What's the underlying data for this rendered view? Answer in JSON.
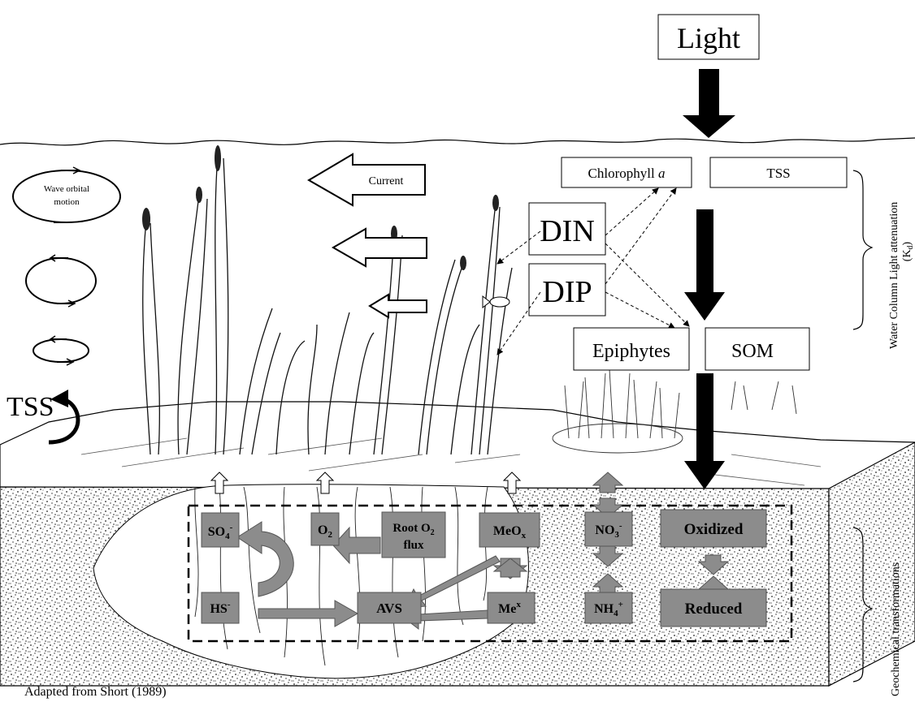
{
  "light_label": "Light",
  "current_label": "Current",
  "wave_label_line1": "Wave orbital",
  "wave_label_line2": "motion",
  "tss_left": "TSS",
  "chlorophyll": "Chlorophyll",
  "chlorophyll_a": "a",
  "tss_box": "TSS",
  "din": "DIN",
  "dip": "DIP",
  "epiphytes": "Epiphytes",
  "som": "SOM",
  "water_column_label": "Water Column Light attenuation",
  "kd_label": "(K",
  "kd_sub": "d",
  "kd_close": ")",
  "geochem_label": "Geochemical transformations",
  "credit": "Adapted from Short (1989)",
  "boxes": {
    "so4": "SO",
    "so4_sub": "4",
    "so4_sup": "-",
    "o2": "O",
    "o2_sub": "2",
    "root_line1": "Root O",
    "root_sub": "2",
    "root_line2": "flux",
    "meox": "MeO",
    "meox_sub": "x",
    "no3": "NO",
    "no3_sub": "3",
    "no3_sup": "-",
    "oxidized": "Oxidized",
    "hs": "HS",
    "hs_sup": "-",
    "avs": "AVS",
    "mex": "Me",
    "mex_sup": "x",
    "nh4": "NH",
    "nh4_sub": "4",
    "nh4_sup": "+",
    "reduced": "Reduced"
  },
  "colors": {
    "box_fill": "#8c8c8c",
    "ink": "#000000"
  }
}
